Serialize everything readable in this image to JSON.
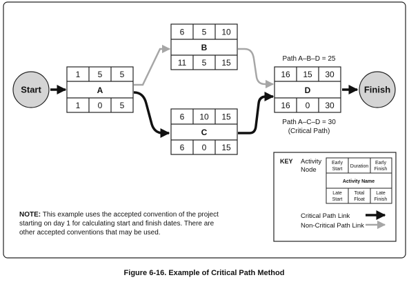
{
  "nodes": [
    {
      "id": "A",
      "early_start": "1",
      "duration": "5",
      "early_finish": "5",
      "late_start": "1",
      "total_float": "0",
      "late_finish": "5"
    },
    {
      "id": "B",
      "early_start": "6",
      "duration": "5",
      "early_finish": "10",
      "late_start": "11",
      "total_float": "5",
      "late_finish": "15"
    },
    {
      "id": "C",
      "early_start": "6",
      "duration": "10",
      "early_finish": "15",
      "late_start": "6",
      "total_float": "0",
      "late_finish": "15"
    },
    {
      "id": "D",
      "early_start": "16",
      "duration": "15",
      "early_finish": "30",
      "late_start": "16",
      "total_float": "0",
      "late_finish": "30"
    }
  ],
  "start_label": "Start",
  "finish_label": "Finish",
  "path_abd": "Path A–B–D = 25",
  "path_acd": "Path A–C–D = 30",
  "critical_path_note": "(Critical Path)",
  "key": {
    "title": "KEY",
    "activity_node_line1": "Activity",
    "activity_node_line2": "Node",
    "early_start_1": "Early",
    "early_start_2": "Start",
    "duration": "Duration",
    "early_finish_1": "Early",
    "early_finish_2": "Finish",
    "activity_name": "Activity Name",
    "late_start_1": "Late",
    "late_start_2": "Start",
    "total_float_1": "Total",
    "total_float_2": "Float",
    "late_finish_1": "Late",
    "late_finish_2": "Finish",
    "critical_link": "Critical Path Link",
    "noncritical_link": "Non-Critical Path Link"
  },
  "note": {
    "label": "NOTE:",
    "line1": " This example uses the accepted convention of the project",
    "line2": "starting on day 1 for calculating start and finish dates. There are",
    "line3": "other accepted conventions that may be used."
  },
  "caption": "Figure 6-16. Example of Critical Path Method",
  "colors": {
    "critical": "#111111",
    "noncritical": "#a6a6a6",
    "circle_fill": "#d4d4d4"
  }
}
